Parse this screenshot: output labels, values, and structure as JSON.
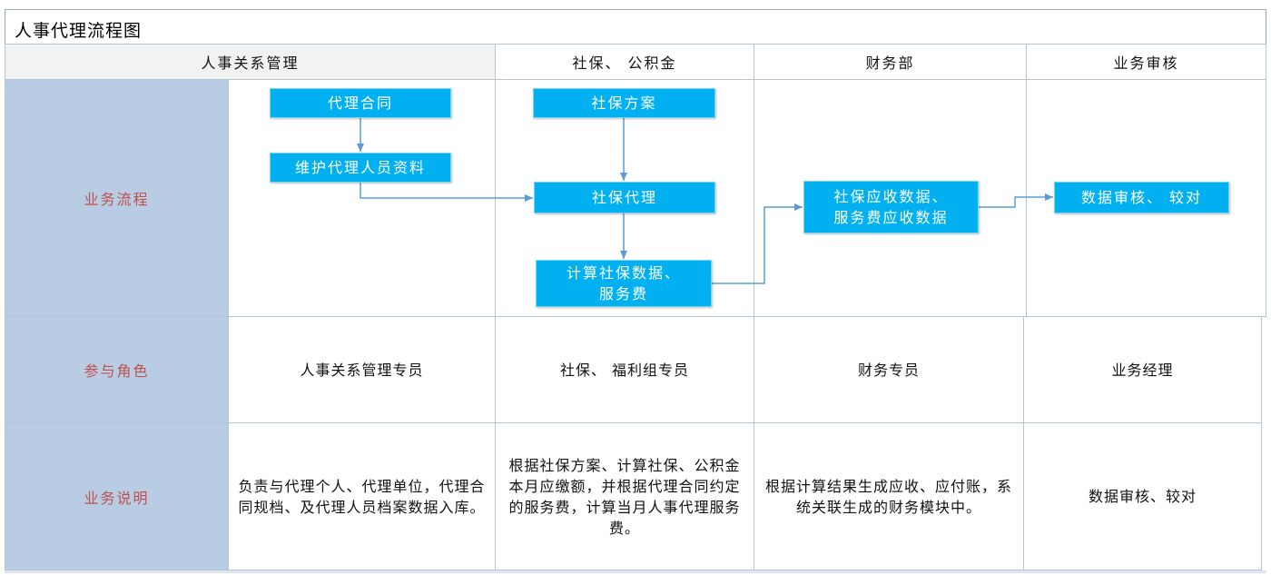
{
  "title": "人事代理流程图",
  "columns": [
    "人事关系管理",
    "社保、 公积金",
    "财务部",
    "业务审核"
  ],
  "rows": {
    "process": "业务流程",
    "roles": "参与角色",
    "notes": "业务说明"
  },
  "process_boxes": {
    "contract": "代理合同",
    "maintain": "维护代理人员资料",
    "plan": "社保方案",
    "agent": "社保代理",
    "calc_line1": "计算社保数据、",
    "calc_line2": "服务费",
    "recv_line1": "社保应收数据、",
    "recv_line2": "服务费应收数据",
    "audit": "数据审核、 较对"
  },
  "roles": [
    "人事关系管理专员",
    "社保、 福利组专员",
    "财务专员",
    "业务经理"
  ],
  "notes": [
    "负责与代理个人、代理单位，代理合同规档、及代理人员档案数据入库。",
    "根据社保方案、计算社保、公积金本月应缴额，并根据代理合同约定的服务费，计算当月人事代理服务费。",
    "根据计算结果生成应收、应付账，系统关联生成的财务模块中。",
    "数据审核、较对"
  ],
  "colors": {
    "box": "#00b0f0",
    "label_fill": "#b8cce4",
    "label_text": "#c0504d",
    "arrow": "#5b9bd5"
  }
}
